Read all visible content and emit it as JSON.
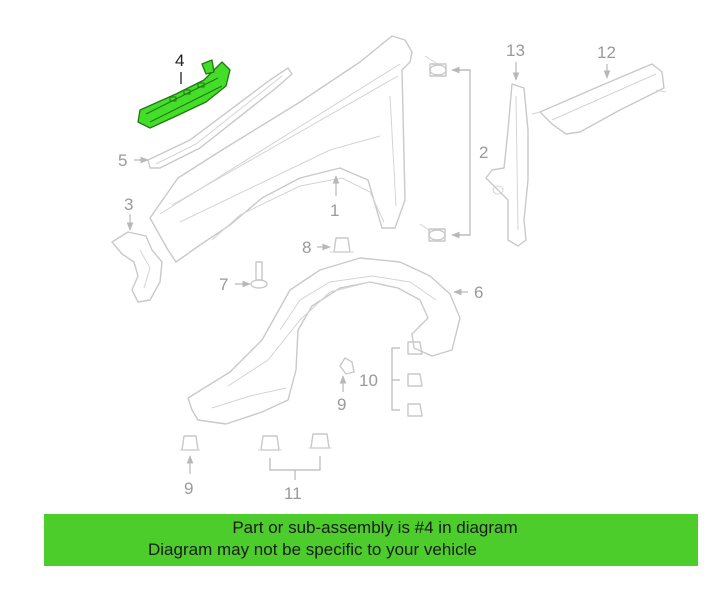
{
  "diagram": {
    "labels": {
      "p1": "1",
      "p2": "2",
      "p3": "3",
      "p4": "4",
      "p5": "5",
      "p6": "6",
      "p7": "7",
      "p8": "8",
      "p9a": "9",
      "p9b": "9",
      "p10": "10",
      "p11": "11",
      "p12": "12",
      "p13": "13"
    },
    "highlighted_part": "4",
    "highlight_color": "#44dd2a"
  },
  "banner": {
    "line1": "Part or sub-assembly is #4 in diagram",
    "line2": "Diagram may not be specific to your vehicle",
    "background": "#4ccd2c"
  }
}
